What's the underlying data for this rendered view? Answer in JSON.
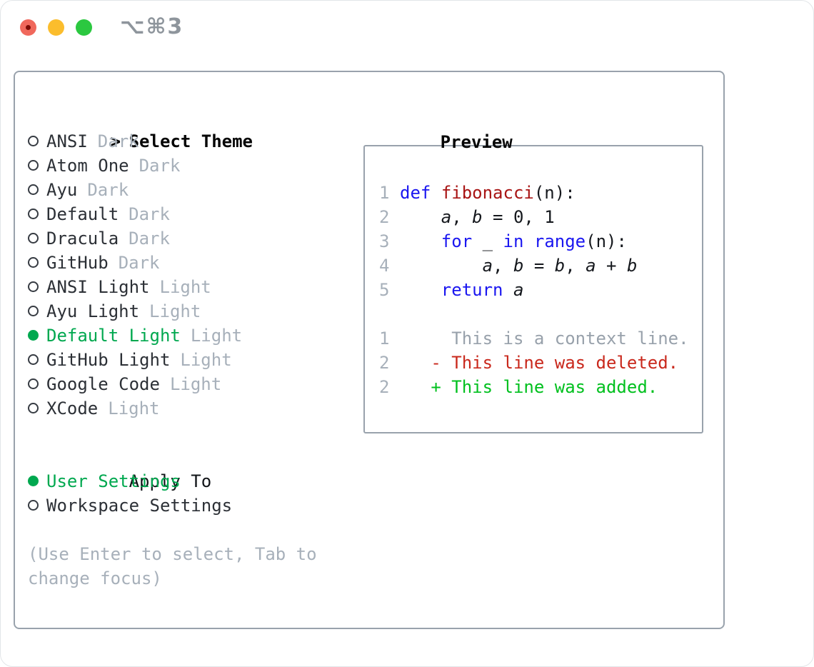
{
  "window": {
    "title": "⌥⌘3"
  },
  "theme_picker": {
    "focus_caret": ">",
    "header": "Select Theme",
    "items": [
      {
        "name": "ANSI",
        "variant": "Dark",
        "selected": false
      },
      {
        "name": "Atom One",
        "variant": "Dark",
        "selected": false
      },
      {
        "name": "Ayu",
        "variant": "Dark",
        "selected": false
      },
      {
        "name": "Default",
        "variant": "Dark",
        "selected": false
      },
      {
        "name": "Dracula",
        "variant": "Dark",
        "selected": false
      },
      {
        "name": "GitHub",
        "variant": "Dark",
        "selected": false
      },
      {
        "name": "ANSI Light",
        "variant": "Light",
        "selected": false
      },
      {
        "name": "Ayu Light",
        "variant": "Light",
        "selected": false
      },
      {
        "name": "Default Light",
        "variant": "Light",
        "selected": true
      },
      {
        "name": "GitHub Light",
        "variant": "Light",
        "selected": false
      },
      {
        "name": "Google Code",
        "variant": "Light",
        "selected": false
      },
      {
        "name": "XCode",
        "variant": "Light",
        "selected": false
      }
    ]
  },
  "apply_to": {
    "header": "Apply To",
    "options": [
      {
        "label": "User Settings",
        "selected": true
      },
      {
        "label": "Workspace Settings",
        "selected": false
      }
    ]
  },
  "help": {
    "lines": [
      "(Use Enter to select, Tab to",
      "change focus)"
    ]
  },
  "preview": {
    "header": "Preview",
    "lines": [
      {
        "num": "1",
        "tokens": [
          {
            "text": "def",
            "type": "keyword"
          },
          {
            "text": " ",
            "type": "plain"
          },
          {
            "text": "fibonacci",
            "type": "function"
          },
          {
            "text": "(n):",
            "type": "plain"
          }
        ]
      },
      {
        "num": "2",
        "tokens": [
          {
            "text": "    ",
            "type": "plain"
          },
          {
            "text": "a",
            "type": "variable"
          },
          {
            "text": ", ",
            "type": "plain"
          },
          {
            "text": "b",
            "type": "variable"
          },
          {
            "text": " = 0, 1",
            "type": "plain"
          }
        ]
      },
      {
        "num": "3",
        "tokens": [
          {
            "text": "    ",
            "type": "plain"
          },
          {
            "text": "for",
            "type": "keyword"
          },
          {
            "text": " _ ",
            "type": "plain"
          },
          {
            "text": "in",
            "type": "keyword"
          },
          {
            "text": " ",
            "type": "plain"
          },
          {
            "text": "range",
            "type": "keyword"
          },
          {
            "text": "(n):",
            "type": "plain"
          }
        ]
      },
      {
        "num": "4",
        "tokens": [
          {
            "text": "        ",
            "type": "plain"
          },
          {
            "text": "a",
            "type": "variable"
          },
          {
            "text": ", ",
            "type": "plain"
          },
          {
            "text": "b",
            "type": "variable"
          },
          {
            "text": " = ",
            "type": "plain"
          },
          {
            "text": "b",
            "type": "variable"
          },
          {
            "text": ", ",
            "type": "plain"
          },
          {
            "text": "a",
            "type": "variable"
          },
          {
            "text": " + ",
            "type": "plain"
          },
          {
            "text": "b",
            "type": "variable"
          }
        ]
      },
      {
        "num": "5",
        "tokens": [
          {
            "text": "    ",
            "type": "plain"
          },
          {
            "text": "return",
            "type": "keyword"
          },
          {
            "text": " ",
            "type": "plain"
          },
          {
            "text": "a",
            "type": "variable"
          }
        ]
      },
      {
        "num": "",
        "tokens": []
      },
      {
        "num": "1",
        "tokens": [
          {
            "text": "     This is a context line.",
            "type": "context"
          }
        ]
      },
      {
        "num": "2",
        "tokens": [
          {
            "text": "   - This line was deleted.",
            "type": "deleted"
          }
        ]
      },
      {
        "num": "2",
        "tokens": [
          {
            "text": "   + This line was added.",
            "type": "added"
          }
        ]
      }
    ]
  },
  "colors": {
    "accent_green": "#00a84f",
    "added_green": "#00c01e",
    "deleted_red": "#c9281c",
    "keyword_blue": "#1a16f0",
    "function_red": "#a81414",
    "text_dark": "#2c3036",
    "muted_gray": "#a7b0ba",
    "line_number_gray": "#a7b0ba",
    "context_gray": "#98a1ab",
    "border_gray": "#99a2ac",
    "title_gray": "#8e959c",
    "traffic_red": "#f0685c",
    "traffic_red_dot": "#7d0b05",
    "traffic_yellow": "#fbbd2d",
    "traffic_green": "#2bc840"
  }
}
